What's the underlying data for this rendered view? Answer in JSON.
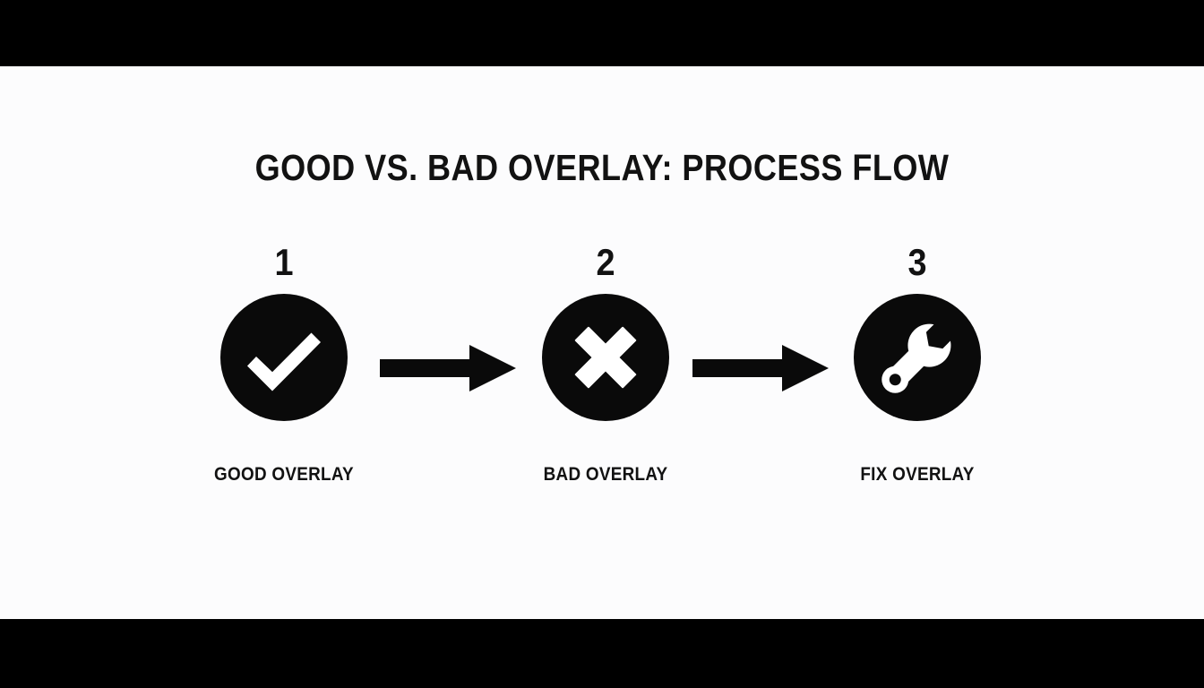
{
  "slide": {
    "title": "GOOD VS. BAD OVERLAY: PROCESS FLOW",
    "background_color": "#fcfcfd",
    "letterbox_color": "#000000",
    "ink_color": "#121212",
    "circle_color": "#0a0a0a",
    "icon_color": "#ffffff"
  },
  "flow": {
    "steps": [
      {
        "number": "1",
        "label": "GOOD OVERLAY",
        "icon": "check-icon"
      },
      {
        "number": "2",
        "label": "BAD OVERLAY",
        "icon": "cross-icon"
      },
      {
        "number": "3",
        "label": "FIX OVERLAY",
        "icon": "wrench-icon"
      }
    ],
    "connectors": [
      {
        "icon": "arrow-right-icon"
      },
      {
        "icon": "arrow-right-icon"
      }
    ]
  }
}
